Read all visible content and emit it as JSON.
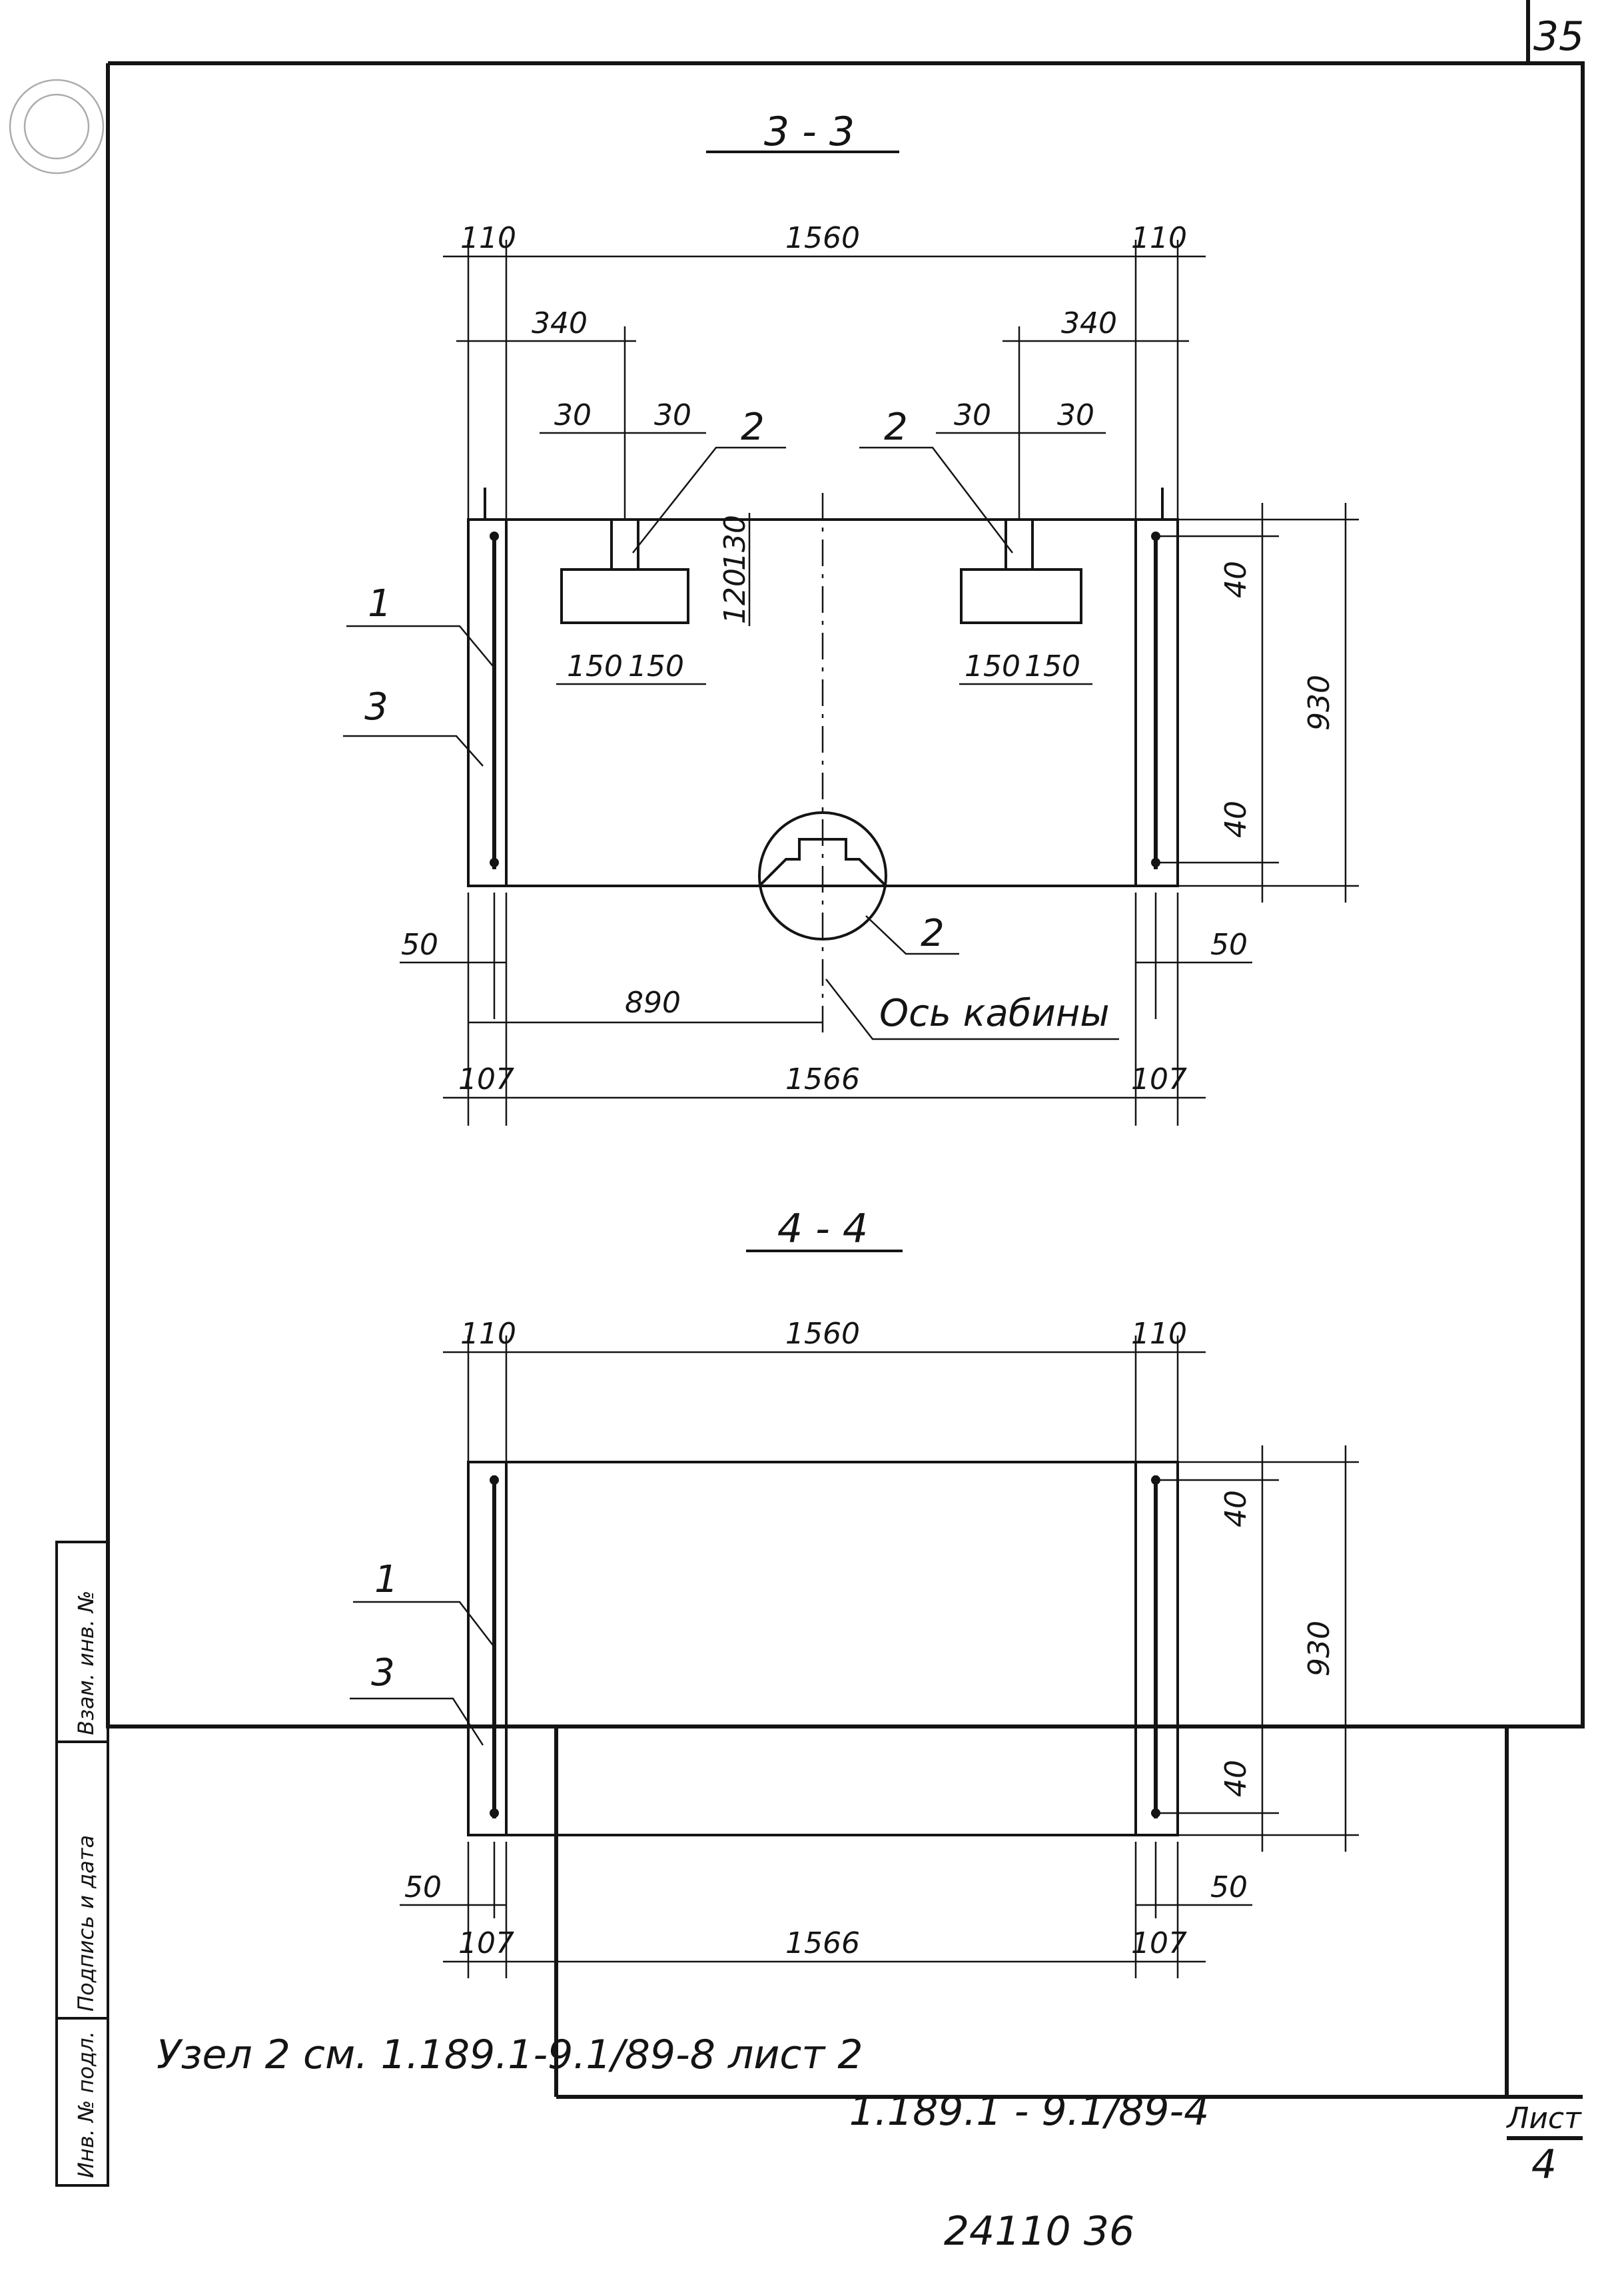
{
  "page_number": "35",
  "section_33": {
    "title": "3 - 3",
    "dims": {
      "top_left": "110",
      "top_middle": "1560",
      "top_right": "110",
      "offset_left": "340",
      "offset_right": "340",
      "slot_l1": "30",
      "slot_l2": "30",
      "slot_r1": "30",
      "slot_r2": "30",
      "block_h1": "130",
      "block_h2": "120",
      "block_w_l1": "150",
      "block_w_l2": "150",
      "block_w_r1": "150",
      "block_w_r2": "150",
      "right_top": "40",
      "right_total": "930",
      "right_bottom": "40",
      "bot_left": "50",
      "bot_right": "50",
      "axis": "890",
      "base_left": "107",
      "base_middle": "1566",
      "base_right": "107"
    },
    "callouts": {
      "c1": "1",
      "c3": "3",
      "c2_left": "2",
      "c2_right": "2",
      "c2_node": "2"
    },
    "axis_label": "Ось кабины"
  },
  "section_44": {
    "title": "4 - 4",
    "dims": {
      "top_left": "110",
      "top_middle": "1560",
      "top_right": "110",
      "right_top": "40",
      "right_total": "930",
      "right_bottom": "40",
      "bot_left": "50",
      "bot_right": "50",
      "base_left": "107",
      "base_middle": "1566",
      "base_right": "107"
    },
    "callouts": {
      "c1": "1",
      "c3": "3"
    }
  },
  "note": "Узел 2 см. 1.189.1-9.1/89-8 лист 2",
  "title_block": {
    "designation": "1.189.1 - 9.1/89-4",
    "sheet_label": "Лист",
    "sheet_number": "4"
  },
  "side_stamp": {
    "inv_no": "Инв. № подл.",
    "signature": "Подпись и дата",
    "replace": "Взам. инв. №"
  },
  "bottom_code": "24110   36"
}
